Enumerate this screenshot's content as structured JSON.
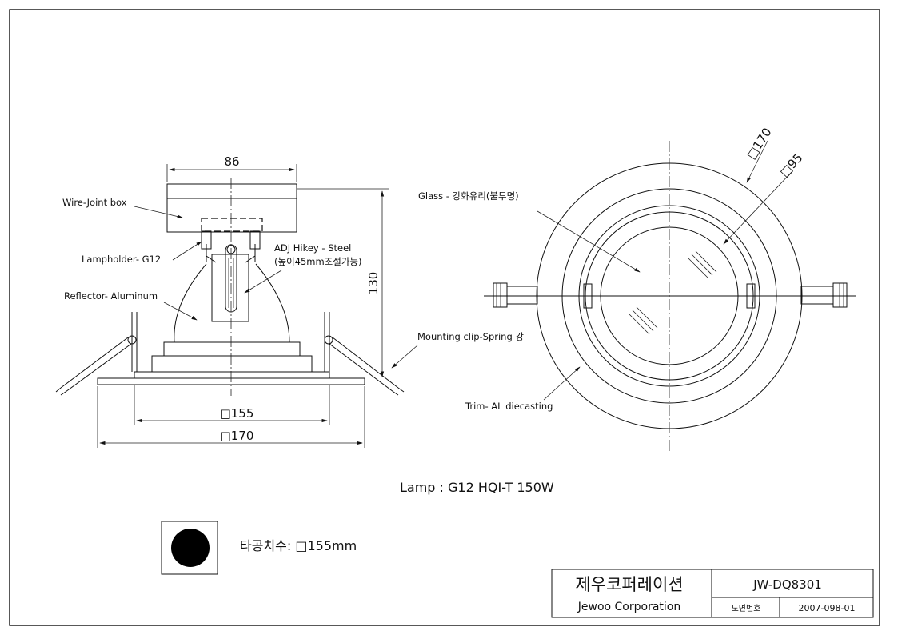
{
  "dimensions": {
    "top_width": "86",
    "height": "130",
    "cutout_155": "□155",
    "outer_170": "□170",
    "plan_170": "□170",
    "plan_95": "□95"
  },
  "labels": {
    "wire_joint_box": "Wire-Joint box",
    "lampholder": "Lampholder- G12",
    "adj_hikey_1": "ADJ Hikey - Steel",
    "adj_hikey_2": "(높이45mm조절가능)",
    "reflector": "Reflector- Aluminum",
    "mounting_clip": "Mounting clip-Spring 강",
    "glass": "Glass - 강화유리(불투명)",
    "trim": "Trim- AL diecasting"
  },
  "lamp_spec": "Lamp : G12  HQI-T 150W",
  "cutout_spec": "타공치수:  □155mm",
  "title_block": {
    "company_kr": "제우코퍼레이션",
    "company_en": "Jewoo Corporation",
    "model": "JW-DQ8301",
    "drawing_no_label": "도면번호",
    "drawing_no": "2007-098-01"
  }
}
